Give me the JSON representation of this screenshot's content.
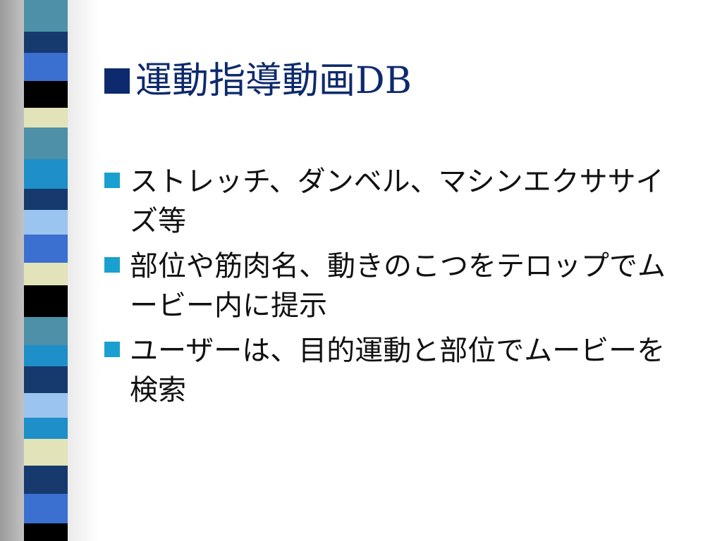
{
  "colors": {
    "title": "#0e2a6e",
    "bullet": "#1aa0d0",
    "text": "#111111",
    "strip_stripes": [
      "#4d90a8",
      "#163a6e",
      "#3b6fd0",
      "#000000",
      "#e2e3b8",
      "#4d90a8",
      "#1e8fc8",
      "#163a6e",
      "#9cc4f0",
      "#3b6fd0",
      "#e2e3b8",
      "#000000",
      "#4d90a8",
      "#1e8fc8",
      "#163a6e",
      "#9cc4f0",
      "#1e8fc8",
      "#e2e3b8",
      "#163a6e",
      "#3b6fd0",
      "#000000"
    ]
  },
  "slide": {
    "title": "運動指導動画DB",
    "bullets": [
      "ストレッチ、ダンベル、マシンエクササイズ等",
      "部位や筋肉名、動きのこつをテロップでムービー内に提示",
      "ユーザーは、目的運動と部位でムービーを検索"
    ]
  }
}
